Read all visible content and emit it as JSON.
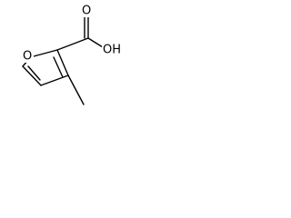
{
  "molecule": {
    "atoms": {
      "ring_oxygen": "O",
      "carbonyl_oxygen": "O",
      "hydroxyl": "OH"
    }
  },
  "colors": {
    "bond": "#000000",
    "text": "#000000",
    "background": "#ffffff"
  }
}
